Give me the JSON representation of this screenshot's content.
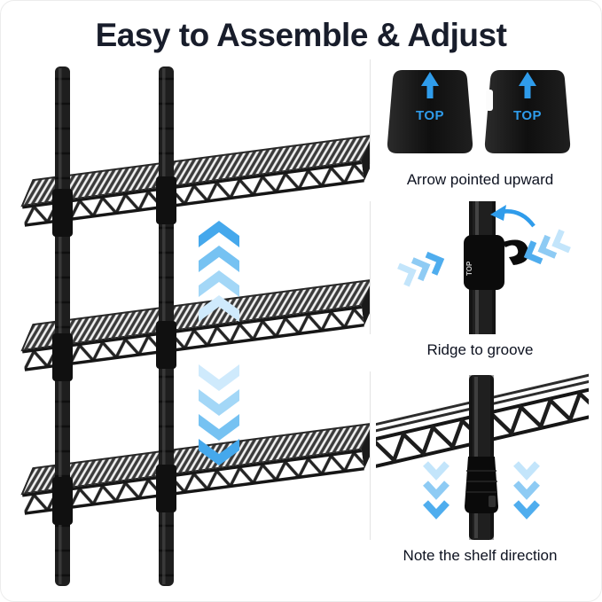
{
  "title": "Easy to Assemble & Adjust",
  "colors": {
    "accent_blue": "#2f9ceb",
    "arrow_blue_light": "#cfeafc",
    "arrow_blue_dark": "#45a8ec",
    "part_black": "#161616",
    "text_dark": "#0d1220"
  },
  "panels": [
    {
      "caption": "Arrow pointed upward",
      "sleeve_labels": [
        "TOP",
        "TOP"
      ]
    },
    {
      "caption": "Ridge to groove",
      "clip_label": "TOP"
    },
    {
      "caption": "Note the shelf direction"
    }
  ]
}
